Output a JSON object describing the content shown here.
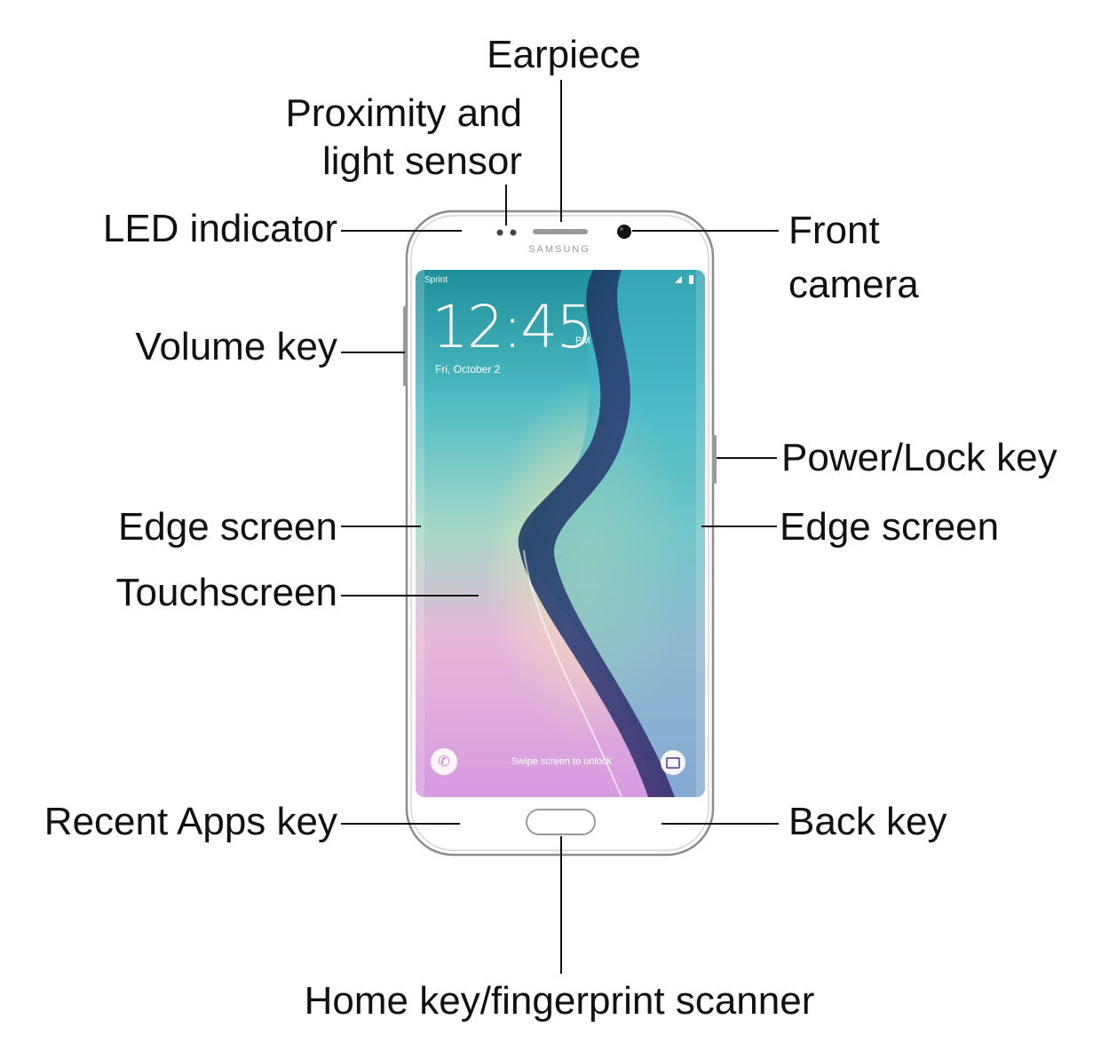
{
  "phone": {
    "brand_text": "SAMSUNG",
    "lock_screen": {
      "carrier": "Sprint",
      "time": "12:45",
      "ampm": "PM",
      "date": "Fri, October 2",
      "swipe_text": "Swipe screen to unlock"
    },
    "icons": [
      "phone-icon",
      "camera-icon",
      "signal-icon",
      "battery-icon"
    ]
  },
  "labels": {
    "earpiece": "Earpiece",
    "proximity_line1": "Proximity and",
    "proximity_line2": "light sensor",
    "led_indicator": "LED indicator",
    "front_camera_line1": "Front",
    "front_camera_line2": "camera",
    "volume_key": "Volume key",
    "power_lock_key": "Power/Lock key",
    "edge_screen_left": "Edge screen",
    "edge_screen_right": "Edge screen",
    "touchscreen": "Touchscreen",
    "recent_apps_key": "Recent Apps key",
    "back_key": "Back key",
    "home_key": "Home key/fingerprint scanner"
  }
}
